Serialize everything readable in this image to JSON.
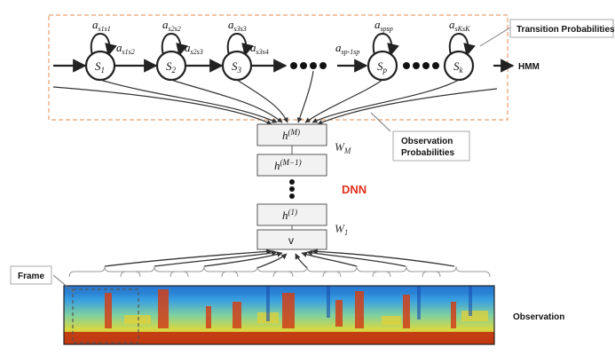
{
  "hmm": {
    "label": "HMM",
    "states": [
      {
        "base": "S",
        "sub": "1"
      },
      {
        "base": "S",
        "sub": "2"
      },
      {
        "base": "S",
        "sub": "3"
      },
      {
        "base": "S",
        "sub": "p"
      },
      {
        "base": "S",
        "sub": "k"
      }
    ],
    "self_transitions": [
      {
        "base": "a",
        "sub": "s1s1"
      },
      {
        "base": "a",
        "sub": "s2s2"
      },
      {
        "base": "a",
        "sub": "s3s3"
      },
      {
        "base": "a",
        "sub": "spsp"
      },
      {
        "base": "a",
        "sub": "sKsK"
      }
    ],
    "next_transitions": [
      {
        "base": "a",
        "sub": "s1s2"
      },
      {
        "base": "a",
        "sub": "s2s3"
      },
      {
        "base": "a",
        "sub": "s3s4"
      },
      {
        "base": "a",
        "sub": "sp-1sp"
      }
    ]
  },
  "callouts": {
    "transition": "Transition Probabilities",
    "observation_line1": "Observation",
    "observation_line2": "Probabilities",
    "frame": "Frame"
  },
  "dnn": {
    "label": "DNN",
    "label_color": "#e0301e",
    "layer_top": {
      "base": "h",
      "sup": "(M)"
    },
    "layer_second": {
      "base": "h",
      "sup": "(M−1)"
    },
    "layer_first": {
      "base": "h",
      "sup": "(1)"
    },
    "input": "v",
    "weight_top": {
      "base": "W",
      "sub": "M"
    },
    "weight_bottom": {
      "base": "W",
      "sub": "1"
    }
  },
  "observation_label": "Observation",
  "colors": {
    "hmm_box_border": "#e8a070",
    "layer_fill": "#f2f2f2",
    "spectrogram_low": "#2a7fd4",
    "spectrogram_high": "#d0401a"
  }
}
